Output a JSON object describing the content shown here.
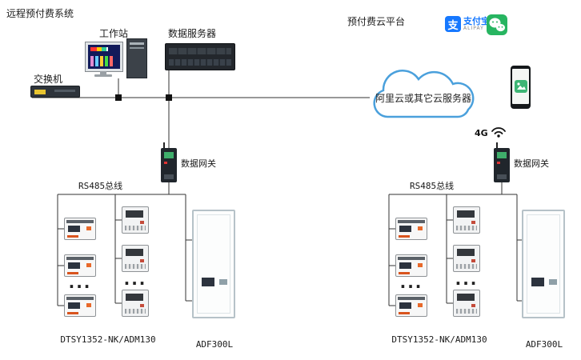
{
  "header": {
    "left_title": "远程预付费系统",
    "right_title": "预付费云平台"
  },
  "network": {
    "workstation_label": "工作站",
    "server_label": "数据服务器",
    "switch_label": "交换机",
    "cloud_label": "阿里云或其它云服务器"
  },
  "brands": {
    "alipay_glyph": "支",
    "alipay_cn": "支付宝",
    "alipay_en": "ALIPAY"
  },
  "left_section": {
    "gateway_label": "数据网关",
    "bus_label": "RS485总线",
    "dots": "...",
    "meter_model": "DTSY1352-NK/ADM130",
    "panel_model": "ADF300L"
  },
  "right_section": {
    "g4_label": "4G",
    "gateway_label": "数据网关",
    "bus_label": "RS485总线",
    "dots": "...",
    "meter_model": "DTSY1352-NK/ADM130",
    "panel_model": "ADF300L"
  }
}
